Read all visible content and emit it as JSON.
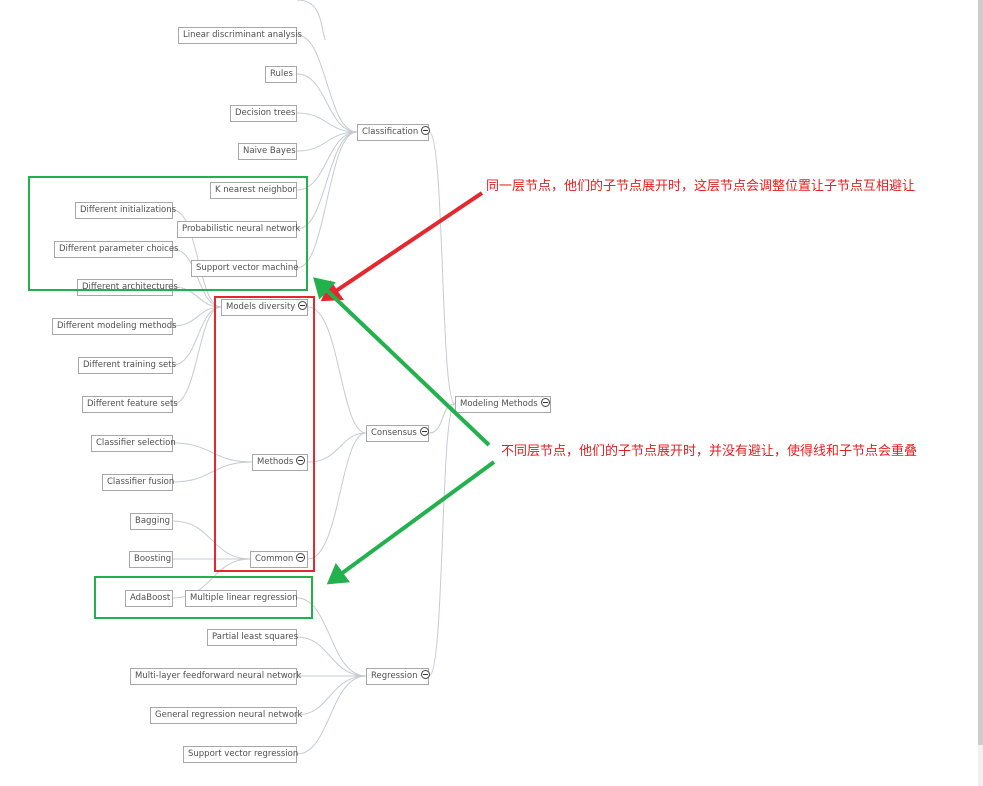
{
  "mindmap": {
    "root": "Modeling Methods",
    "branches": {
      "classification": {
        "label": "Classification",
        "children": [
          "Linear discriminant analysis",
          "Rules",
          "Decision trees",
          "Naive Bayes",
          "K nearest neighbor",
          "Probabilistic neural network",
          "Support vector machine"
        ]
      },
      "consensus": {
        "label": "Consensus",
        "models_diversity": {
          "label": "Models diversity",
          "children": [
            "Different initializations",
            "Different parameter choices",
            "Different architectures",
            "Different modeling methods",
            "Different training sets",
            "Different feature sets"
          ]
        },
        "methods": {
          "label": "Methods",
          "children": [
            "Classifier selection",
            "Classifier fusion"
          ]
        },
        "common": {
          "label": "Common",
          "children": [
            "Bagging",
            "Boosting",
            "AdaBoost"
          ]
        }
      },
      "regression": {
        "label": "Regression",
        "children": [
          "Multiple linear regression",
          "Partial least squares",
          "Multi-layer feedforward neural network",
          "General regression neural network",
          "Support vector regression"
        ]
      }
    }
  },
  "annotations": {
    "same_level": "同一层节点，他们的子节点展开时，这层节点会调整位置让子节点互相避让",
    "different_level": "不同层节点，他们的子节点展开时，并没有避让，使得线和子节点会重叠"
  },
  "colors": {
    "link": "#c5cbd3",
    "node_border": "#a8a8a8",
    "node_text": "#505050",
    "highlight_green": "#22b14c",
    "highlight_red": "#e4282f",
    "annotation_text": "#e42020"
  }
}
